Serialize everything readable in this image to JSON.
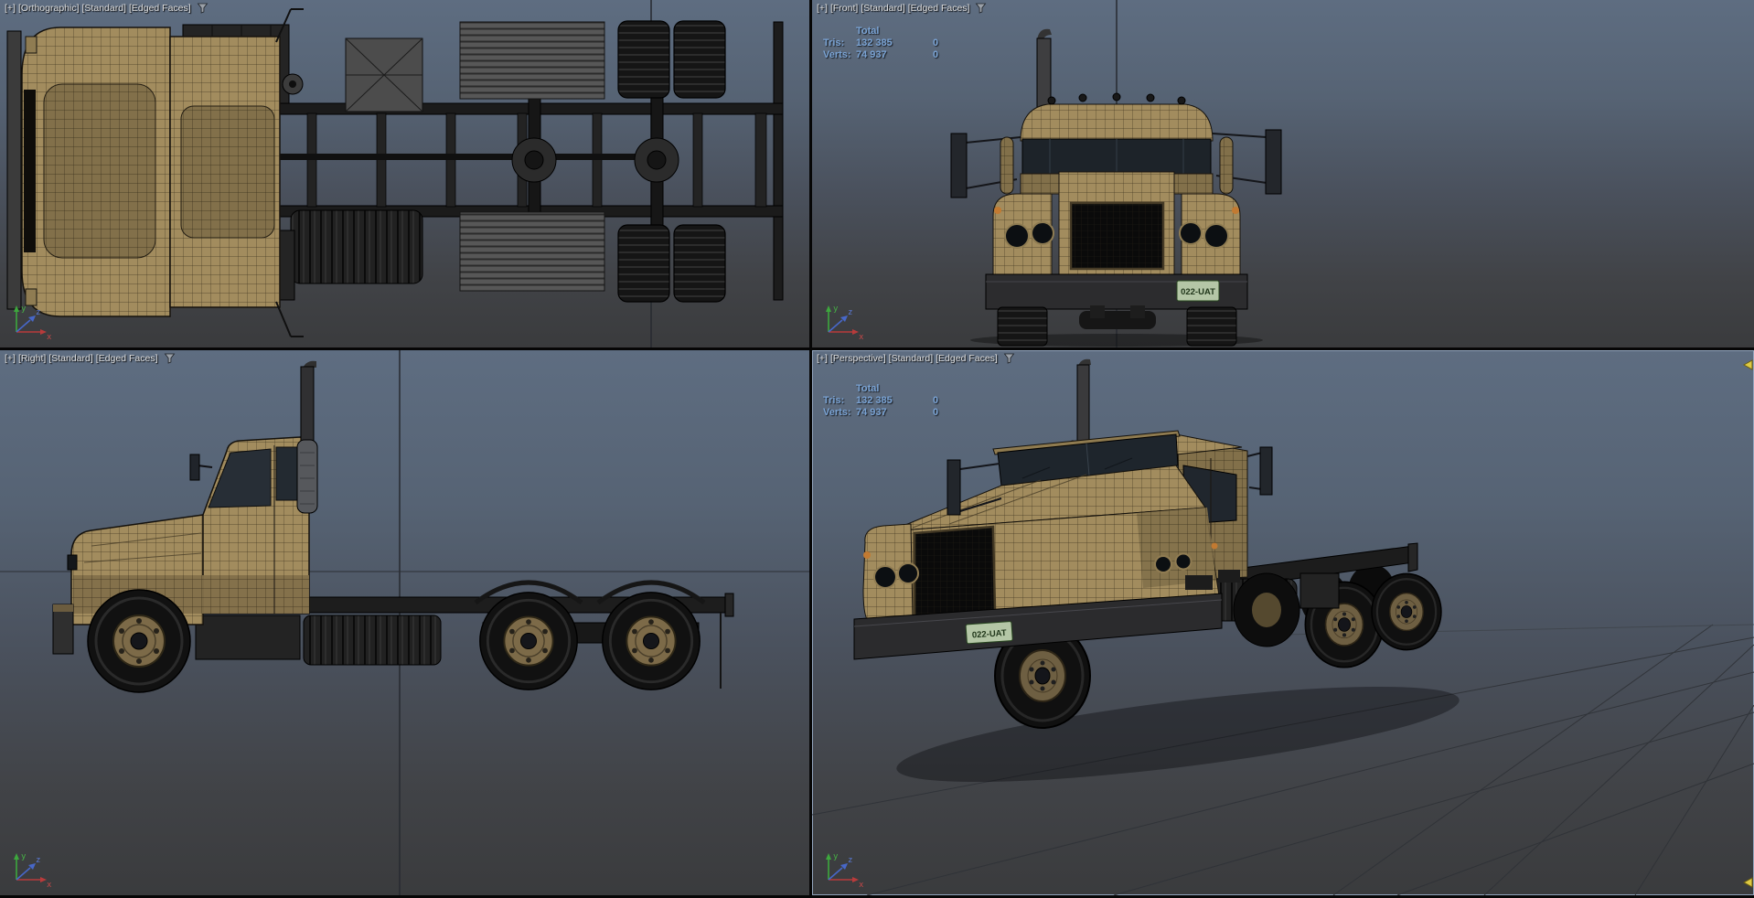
{
  "colors": {
    "viewport_gradient_top": "#5e6d81",
    "viewport_gradient_bottom": "#3a3b3d",
    "truck_body_tan": "#a28c5e",
    "stats_text_blue": "#7aa3d4",
    "menu_text": "#dedede",
    "active_viewport_border": "#93a5bd",
    "clip_handle_yellow": "#ddc944",
    "license_plate_bg": "#b4c6a6",
    "axis_x_red": "#c24848",
    "axis_y_green": "#46b046",
    "axis_z_blue": "#5a7ad8"
  },
  "axes": {
    "x": "x",
    "y": "y",
    "z": "z"
  },
  "truck": {
    "license_plate": "022-UAT"
  },
  "stats": {
    "header": "Total",
    "rows": [
      {
        "label": "Tris:",
        "value": "132 385",
        "selected": "0"
      },
      {
        "label": "Verts:",
        "value": "74 937",
        "selected": "0"
      }
    ]
  },
  "viewports": [
    {
      "id": "orthographic",
      "active": false,
      "menu": {
        "general": "[+]",
        "view": "[Orthographic]",
        "shading": "[Standard]",
        "style": "[Edged Faces]"
      }
    },
    {
      "id": "front",
      "active": false,
      "menu": {
        "general": "[+]",
        "view": "[Front]",
        "shading": "[Standard]",
        "style": "[Edged Faces]"
      }
    },
    {
      "id": "right",
      "active": false,
      "menu": {
        "general": "[+]",
        "view": "[Right]",
        "shading": "[Standard]",
        "style": "[Edged Faces]"
      }
    },
    {
      "id": "perspective",
      "active": true,
      "menu": {
        "general": "[+]",
        "view": "[Perspective]",
        "shading": "[Standard]",
        "style": "[Edged Faces]"
      }
    }
  ]
}
